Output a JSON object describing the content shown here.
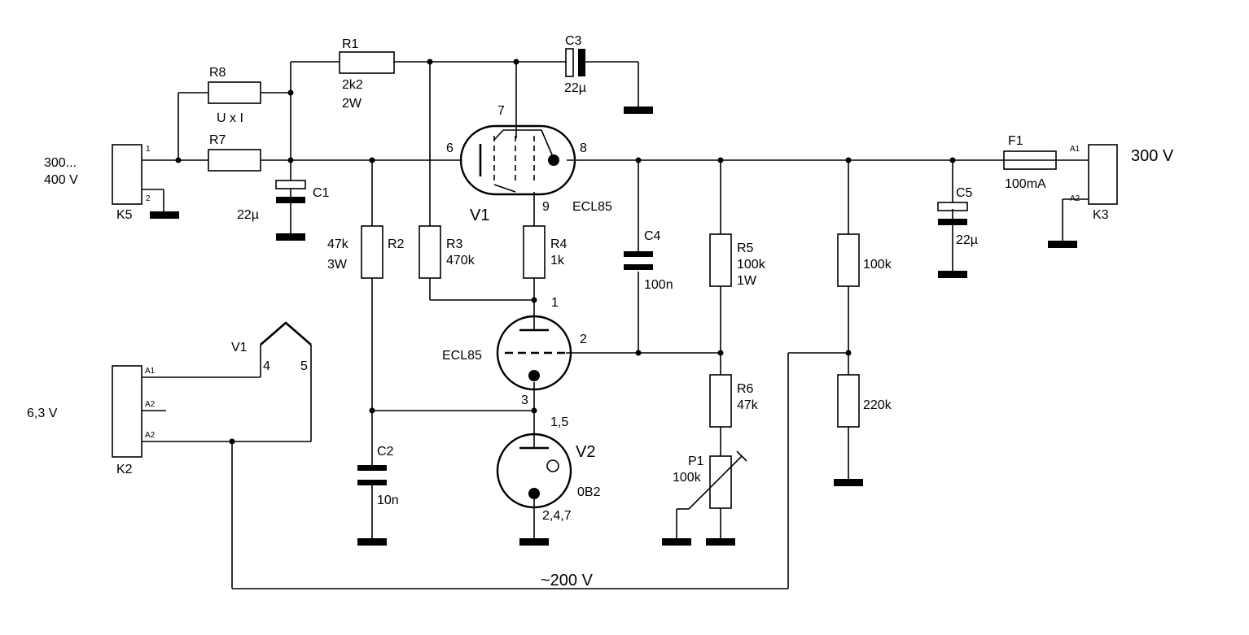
{
  "labels": {
    "r1": "R1",
    "r1_val": "2k2",
    "r1_pow": "2W",
    "c3": "C3",
    "c3_val": "22µ",
    "r8": "R8",
    "r8_val": "U x I",
    "r7": "R7",
    "k5_volt1": "300...",
    "k5_volt2": "400 V",
    "k5_pin1": "1",
    "k5_pin2": "2",
    "k5": "K5",
    "c1": "C1",
    "c1_val": "22µ",
    "v1_pin7": "7",
    "v1_pin6": "6",
    "v1_pin8": "8",
    "v1_pin9": "9",
    "v1": "V1",
    "ecl85_top": "ECL85",
    "r2_val": "47k",
    "r2_pow": "3W",
    "r2": "R2",
    "r3": "R3",
    "r3_val": "470k",
    "r4": "R4",
    "r4_val": "1k",
    "c4": "C4",
    "c4_val": "100n",
    "r5": "R5",
    "r5_val": "100k",
    "r5_pow": "1W",
    "r_div_top": "100k",
    "r_div_bot": "220k",
    "c5": "C5",
    "c5_val": "22µ",
    "f1": "F1",
    "f1_val": "100mA",
    "k3_pin_a1": "A1",
    "k3_pin_a2": "A2",
    "k3": "K3",
    "out_volt": "300 V",
    "tri_pin1": "1",
    "tri_pin2": "2",
    "tri_pin3": "3",
    "ecl85_bot": "ECL85",
    "v1_heater": "V1",
    "heater_pin4": "4",
    "heater_pin5": "5",
    "k2_a1": "A1",
    "k2_a2a": "A2",
    "k2_a2b": "A2",
    "k2": "K2",
    "heater_volt": "6,3 V",
    "v2_pin_top": "1,5",
    "v2": "V2",
    "v2_type": "0B2",
    "v2_pin_bot": "2,4,7",
    "c2": "C2",
    "c2_val": "10n",
    "r6": "R6",
    "r6_val": "47k",
    "p1": "P1",
    "p1_val": "100k",
    "ac_volt": "~200 V"
  }
}
